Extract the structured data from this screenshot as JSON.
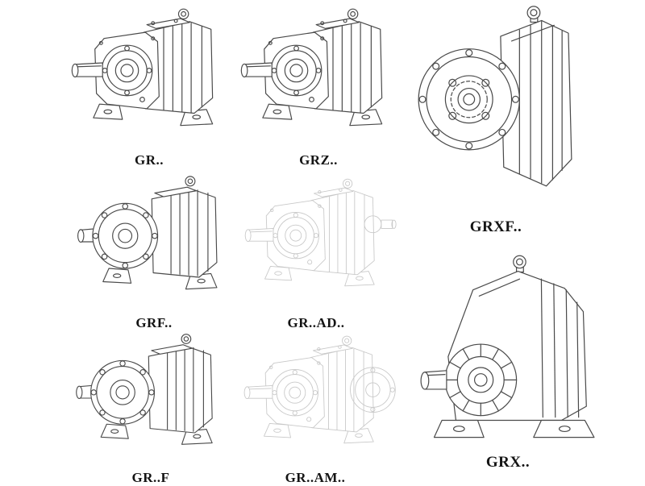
{
  "colors": {
    "line": "#4a4a4a",
    "ghost_line": "#c8c8c8",
    "background": "#ffffff",
    "label_text": "#141414"
  },
  "items": [
    {
      "model": "GR.."
    },
    {
      "model": "GRZ.."
    },
    {
      "model": "GRXF.."
    },
    {
      "model": "GRF.."
    },
    {
      "model": "GR..AD.."
    },
    {
      "model": "GR..F"
    },
    {
      "model": "GR..AM.."
    },
    {
      "model": "GRX.."
    }
  ]
}
